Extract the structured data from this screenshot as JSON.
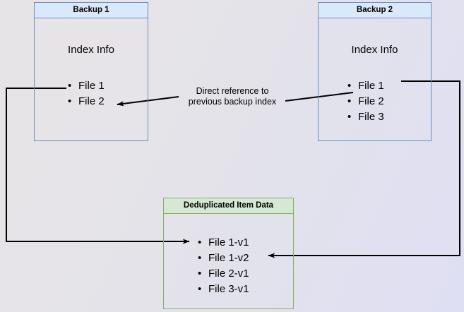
{
  "diagram": {
    "title_semantic": "backup-deduplication-diagram",
    "background": {
      "gradient_from": "#e6e4e6",
      "gradient_to": "#dfdff4"
    },
    "colors": {
      "blue_fill": "#dae8fc",
      "blue_stroke": "#6c8ebf",
      "green_fill": "#d5e8d4",
      "green_stroke": "#82b366",
      "edge_stroke": "#000000"
    },
    "nodes": {
      "backup1": {
        "header": "Backup 1",
        "body_label": "Index Info",
        "files": [
          "File 1",
          "File 2"
        ]
      },
      "backup2": {
        "header": "Backup 2",
        "body_label": "Index Info",
        "files": [
          "File 1",
          "File 2",
          "File 3"
        ]
      },
      "dedup": {
        "header": "Deduplicated Item Data",
        "files": [
          "File 1-v1",
          "File 1-v2",
          "File 2-v1",
          "File 3-v1"
        ]
      }
    },
    "edges": {
      "direct_reference_label": "Direct reference to\nprevious backup index"
    }
  }
}
